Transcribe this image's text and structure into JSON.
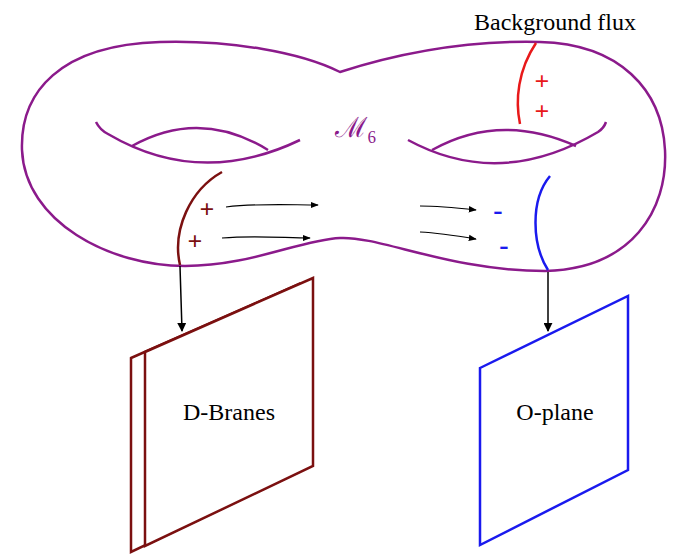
{
  "diagram": {
    "nodes": [
      {
        "text": [
          "D-Branes"
        ]
      },
      {
        "text": [
          "O-plane"
        ]
      }
    ],
    "labels": [
      "Background flux",
      "+",
      "+",
      "ℳ₆",
      "+",
      "+",
      "-",
      "-"
    ]
  }
}
